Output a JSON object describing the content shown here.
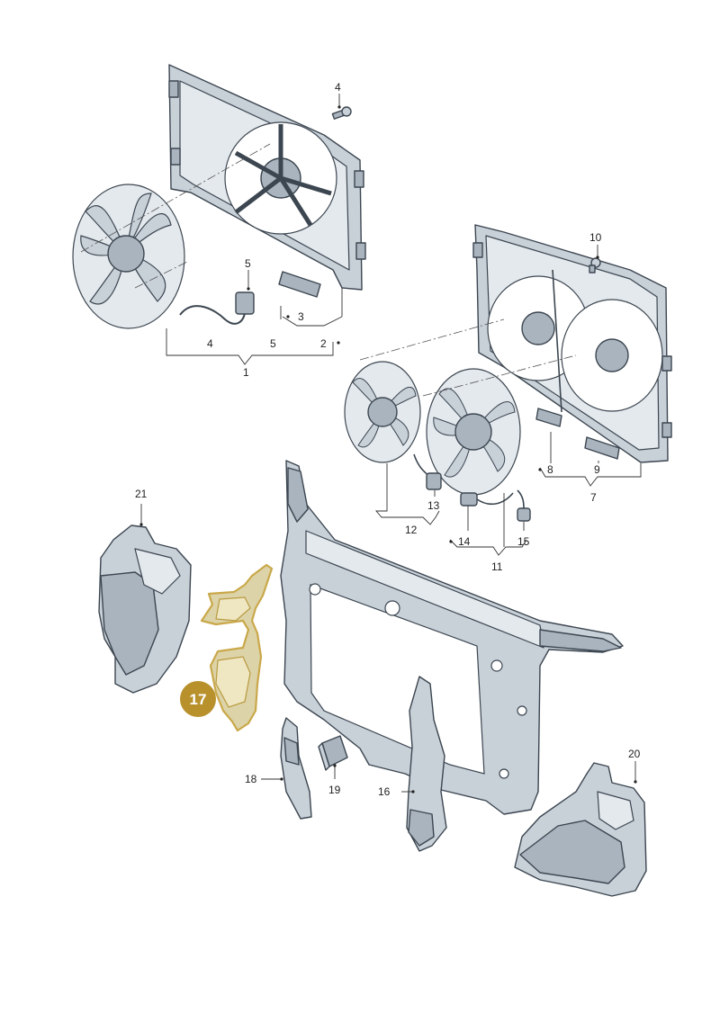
{
  "labels": {
    "l1": "1",
    "l2": "2",
    "l3": "3",
    "l4a": "4",
    "l4b": "4",
    "l5a": "5",
    "l5b": "5",
    "l7": "7",
    "l8": "8",
    "l9": "9",
    "l10": "10",
    "l11": "11",
    "l12": "12",
    "l13": "13",
    "l14": "14",
    "l15": "15",
    "l16": "16",
    "l18": "18",
    "l19": "19",
    "l20": "20",
    "l21": "21"
  },
  "highlight": {
    "part": "17",
    "color": "#b8912c"
  }
}
